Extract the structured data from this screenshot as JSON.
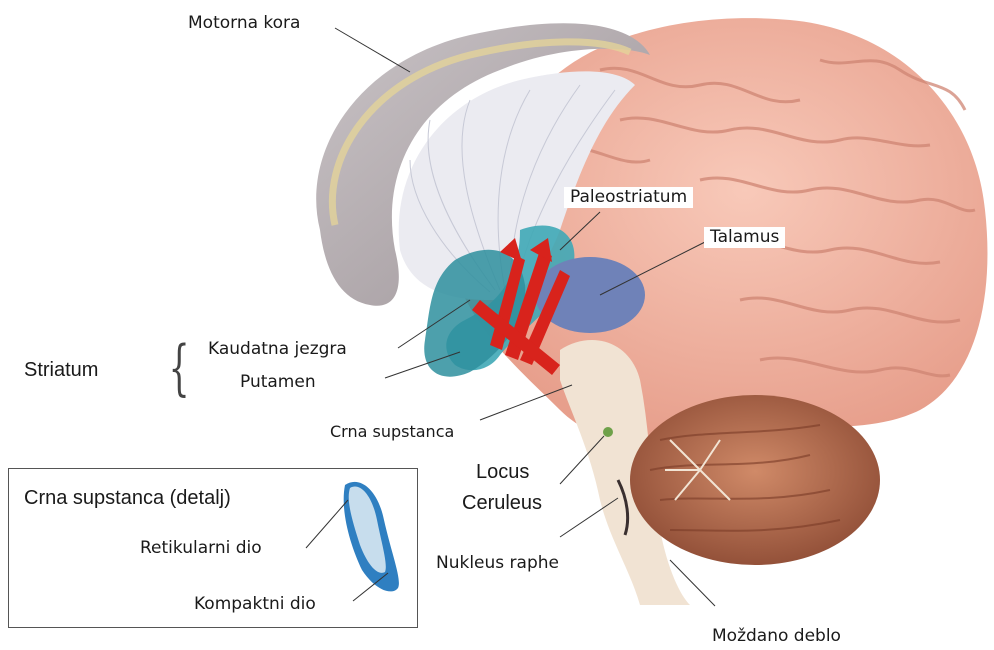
{
  "labels": {
    "motor_cortex": "Motorna kora",
    "paleostriatum": "Paleostriatum",
    "thalamus": "Talamus",
    "striatum": "Striatum",
    "caudate_nucleus": "Kaudatna jezgra",
    "putamen": "Putamen",
    "substantia_nigra": "Crna supstanca",
    "locus_ceruleus_line1": "Locus",
    "locus_ceruleus_line2": "Ceruleus",
    "raphe_nucleus": "Nukleus raphe",
    "brainstem": "Moždano deblo"
  },
  "detail_inset": {
    "title": "Crna supstanca (detalj)",
    "pars_reticulata": "Retikularni dio",
    "pars_compacta": "Kompaktni dio"
  },
  "colors": {
    "cortex": "#f3b7a6",
    "cortex_fold": "#d98f7e",
    "white_matter": "#eaeaf0",
    "basal_ganglia": "#3fa8b6",
    "thalamus": "#6f82b8",
    "pathways": "#d8231c",
    "cerebellum": "#b86a4d",
    "brainstem": "#f0e0cf"
  }
}
